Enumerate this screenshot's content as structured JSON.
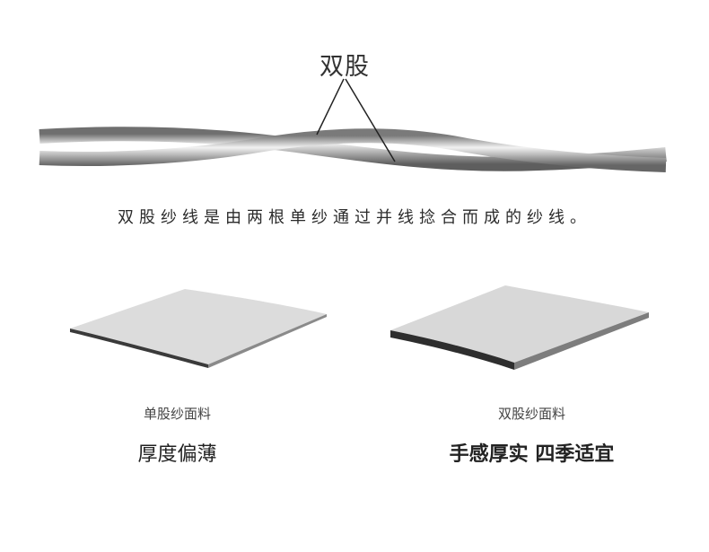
{
  "yarn": {
    "title": "双股",
    "caption": "双股纱线是由两根单纱通过并线捻合而成的纱线。"
  },
  "fabrics": {
    "single": {
      "name": "单股纱面料",
      "feature": "厚度偏薄"
    },
    "double": {
      "name": "双股纱面料",
      "feature": "手感厚实 四季适宜"
    }
  }
}
